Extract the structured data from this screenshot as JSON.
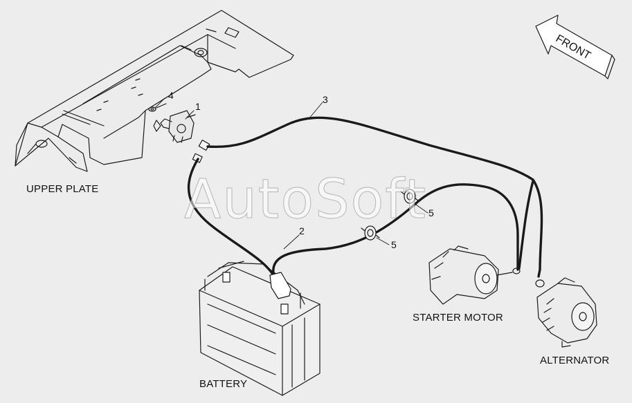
{
  "labels": {
    "upper_plate": "UPPER PLATE",
    "battery": "BATTERY",
    "starter_motor": "STARTER MOTOR",
    "alternator": "ALTERNATOR",
    "front": "FRONT"
  },
  "callouts": [
    "1",
    "2",
    "3",
    "4",
    "5",
    "5"
  ],
  "watermark": "AutoSoft",
  "colors": {
    "line": "#1a1a1a",
    "background": "#ededed"
  }
}
